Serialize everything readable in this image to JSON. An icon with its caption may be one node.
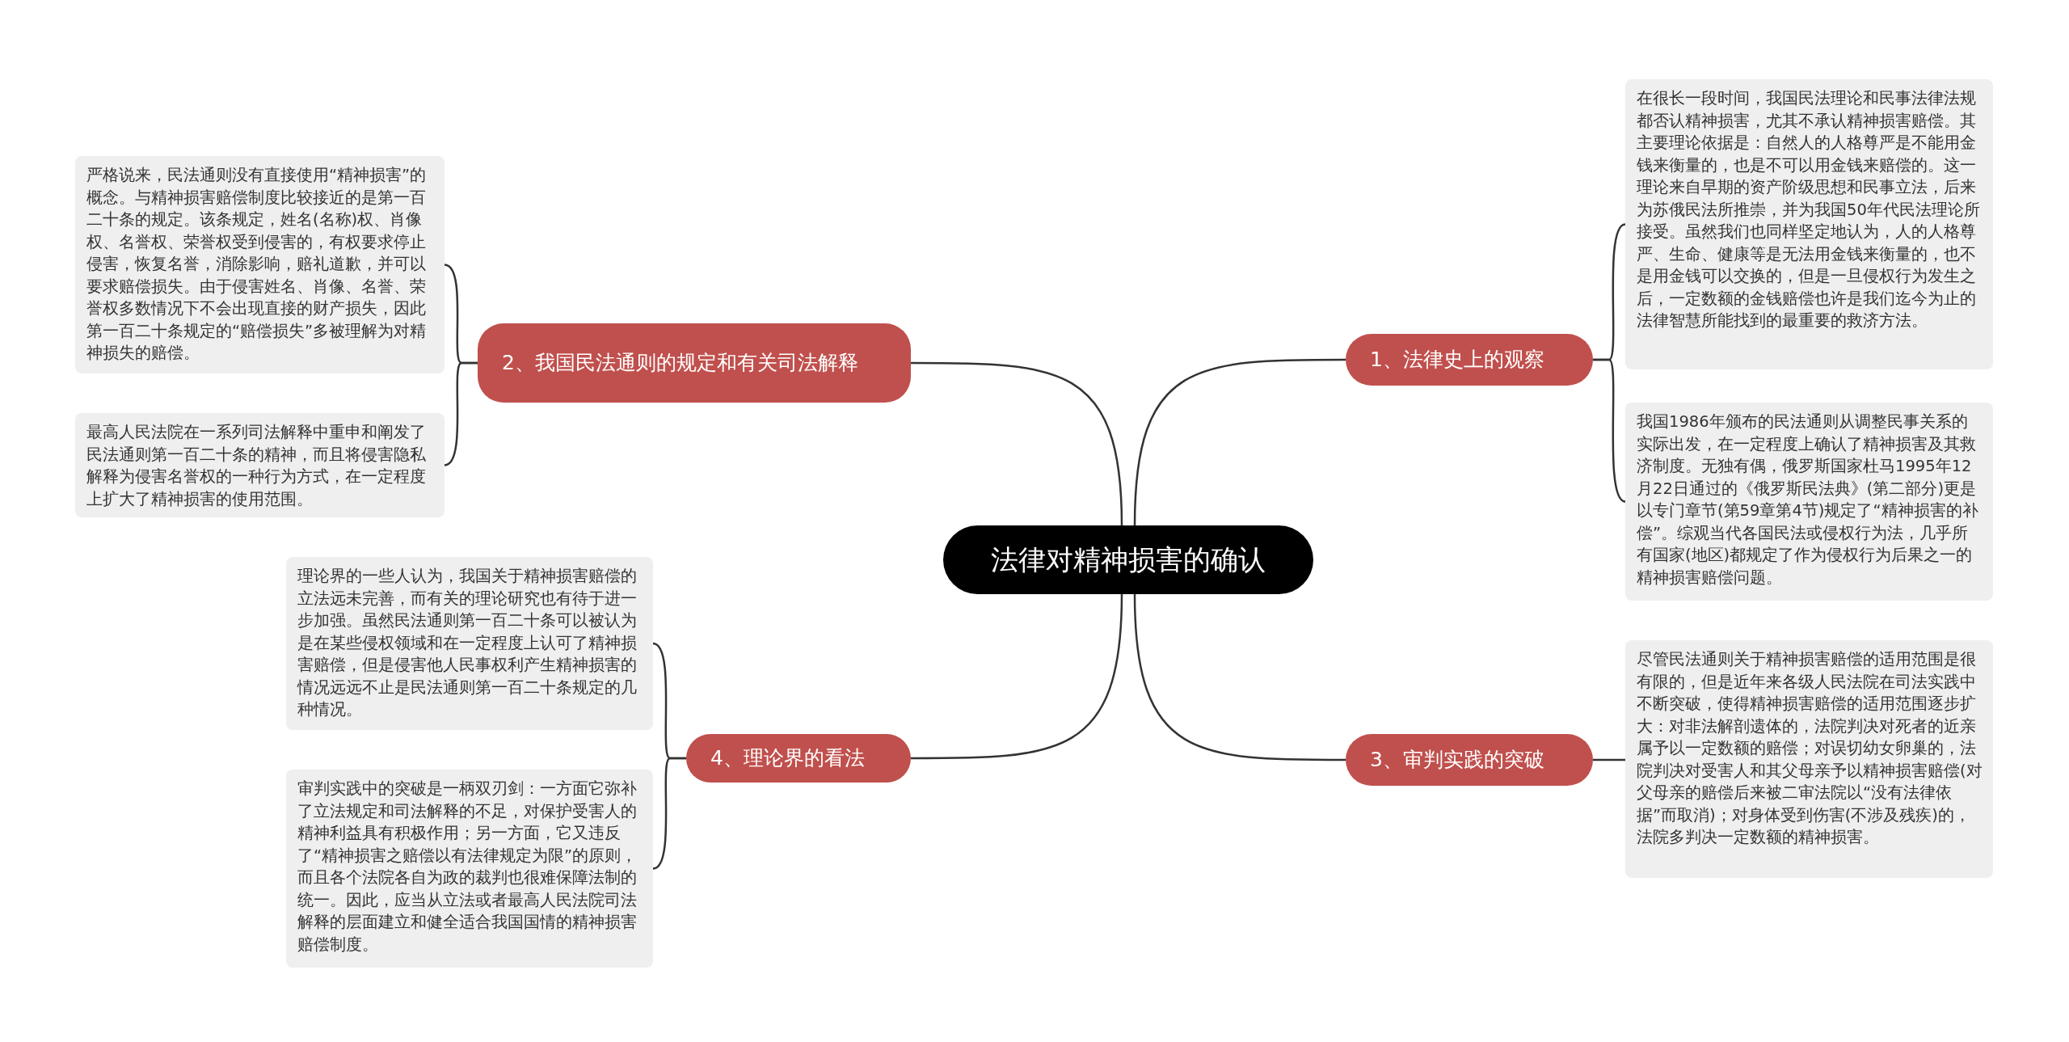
{
  "diagram": {
    "nodes": [
      {
        "text": [
          "法律对精神损害的确认"
        ]
      },
      {
        "text": [
          "1、法律史上的观察"
        ]
      },
      {
        "text": [
          "在很长一段时间，我国民法理论和民事法律法规都否认精神损害，尤其不承认精神损害赔偿。其主要理论依据是：自然人的人格尊严是不能用金钱来衡量的，也是不可以用金钱来赔偿的。这一理论来自早期的资产阶级思想和民事立法，后来为苏俄民法所推崇，并为我国50年代民法理论所接受。虽然我们也同样坚定地认为，人的人格尊严、生命、健康等是无法用金钱来衡量的，也不是用金钱可以交换的，但是一旦侵权行为发生之后，一定数额的金钱赔偿也许是我们迄今为止的法律智慧所能找到的最重要的救济方法。"
        ]
      },
      {
        "text": [
          "我国1986年颁布的民法通则从调整民事关系的实际出发，在一定程度上确认了精神损害及其救济制度。无独有偶，俄罗斯国家杜马1995年12月22日通过的《俄罗斯民法典》(第二部分)更是以专门章节(第59章第4节)规定了“精神损害的补偿”。综观当代各国民法或侵权行为法，几乎所有国家(地区)都规定了作为侵权行为后果之一的精神损害赔偿问题。"
        ]
      },
      {
        "text": [
          "2、我国民法通则的规定和有关司法解释"
        ]
      },
      {
        "text": [
          "严格说来，民法通则没有直接使用“精神损害”的概念。与精神损害赔偿制度比较接近的是第一百二十条的规定。该条规定，姓名(名称)权、肖像权、名誉权、荣誉权受到侵害的，有权要求停止侵害，恢复名誉，消除影响，赔礼道歉，并可以要求赔偿损失。由于侵害姓名、肖像、名誉、荣誉权多数情况下不会出现直接的财产损失，因此第一百二十条规定的“赔偿损失”多被理解为对精神损失的赔偿。"
        ]
      },
      {
        "text": [
          "最高人民法院在一系列司法解释中重申和阐发了民法通则第一百二十条的精神，而且将侵害隐私解释为侵害名誉权的一种行为方式，在一定程度上扩大了精神损害的使用范围。"
        ]
      },
      {
        "text": [
          "3、审判实践的突破"
        ]
      },
      {
        "text": [
          "尽管民法通则关于精神损害赔偿的适用范围是很有限的，但是近年来各级人民法院在司法实践中不断突破，使得精神损害赔偿的适用范围逐步扩大：对非法解剖遗体的，法院判决对死者的近亲属予以一定数额的赔偿；对误切幼女卵巢的，法院判决对受害人和其父母亲予以精神损害赔偿(对父母亲的赔偿后来被二审法院以“没有法律依据”而取消)；对身体受到伤害(不涉及残疾)的，法院多判决一定数额的精神损害。"
        ]
      },
      {
        "text": [
          "4、理论界的看法"
        ]
      },
      {
        "text": [
          "理论界的一些人认为，我国关于精神损害赔偿的立法远未完善，而有关的理论研究也有待于进一步加强。虽然民法通则第一百二十条可以被认为是在某些侵权领域和在一定程度上认可了精神损害赔偿，但是侵害他人民事权利产生精神损害的情况远远不止是民法通则第一百二十条规定的几种情况。"
        ]
      },
      {
        "text": [
          "审判实践中的突破是一柄双刃剑：一方面它弥补了立法规定和司法解释的不足，对保护受害人的精神利益具有积极作用；另一方面，它又违反了“精神损害之赔偿以有法律规定为限”的原则，而且各个法院各自为政的裁判也很难保障法制的统一。因此，应当从立法或者最高人民法院司法解释的层面建立和健全适合我国国情的精神损害赔偿制度。"
        ]
      }
    ],
    "edges": [
      {
        "from": 0,
        "to": 1,
        "arrow": "none"
      },
      {
        "from": 1,
        "to": 2,
        "arrow": "none"
      },
      {
        "from": 1,
        "to": 3,
        "arrow": "none"
      },
      {
        "from": 0,
        "to": 4,
        "arrow": "none"
      },
      {
        "from": 4,
        "to": 5,
        "arrow": "none"
      },
      {
        "from": 4,
        "to": 6,
        "arrow": "none"
      },
      {
        "from": 0,
        "to": 7,
        "arrow": "none"
      },
      {
        "from": 7,
        "to": 8,
        "arrow": "none"
      },
      {
        "from": 0,
        "to": 9,
        "arrow": "none"
      },
      {
        "from": 9,
        "to": 10,
        "arrow": "none"
      },
      {
        "from": 9,
        "to": 11,
        "arrow": "none"
      }
    ]
  }
}
